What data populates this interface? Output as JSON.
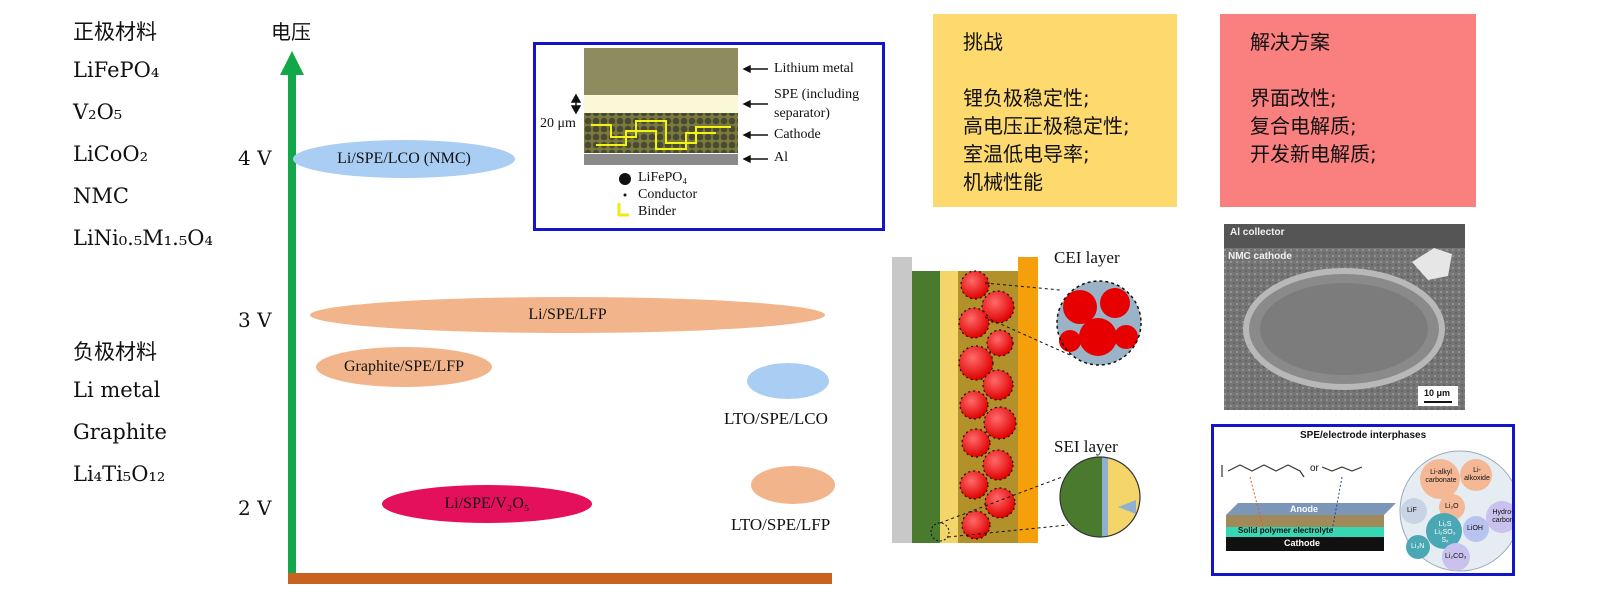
{
  "cathode": {
    "heading": "正极材料",
    "items": [
      "LiFePO₄",
      "V₂O₅",
      "LiCoO₂",
      "NMC",
      "LiNi₀.₅M₁.₅O₄"
    ]
  },
  "anode": {
    "heading": "负极材料",
    "items": [
      "Li metal",
      "Graphite",
      "Li₄Ti₅O₁₂"
    ]
  },
  "axis": {
    "ylabel": "电压",
    "ticks": [
      "4 V",
      "3 V",
      "2 V"
    ]
  },
  "systems": {
    "li_lco": "Li/SPE/LCO (NMC)",
    "li_lfp": "Li/SPE/LFP",
    "graphite_lfp": "Graphite/SPE/LFP",
    "lto_lco": "LTO/SPE/LCO",
    "li_v2o5": "Li/SPE/V₂O₅",
    "lto_lfp": "LTO/SPE/LFP"
  },
  "inset": {
    "lithium_metal": "Lithium metal",
    "spe_line1": "SPE (including",
    "spe_line2": "separator)",
    "cathode": "Cathode",
    "al": "Al",
    "thickness": "20 μm",
    "legend_lfp": "LiFePO₄",
    "legend_conductor": "Conductor",
    "legend_binder": "Binder"
  },
  "interface": {
    "cei": "CEI layer",
    "sei": "SEI layer"
  },
  "challenges": {
    "title": "挑战",
    "items": [
      "锂负极稳定性;",
      "高电压正极稳定性;",
      "室温低电导率;",
      "机械性能"
    ]
  },
  "solutions": {
    "title": "解决方案",
    "items": [
      "界面改性;",
      "复合电解质;",
      "开发新电解质;"
    ]
  },
  "sem": {
    "collector": "Al collector",
    "cathode": "NMC cathode",
    "scale": "10 μm"
  },
  "interphase": {
    "title": "SPE/electrode interphases",
    "or": "or",
    "anode": "Anode",
    "electrolyte": "Solid polymer electrolyte",
    "cathode": "Cathode",
    "species": [
      "Li-alkyl carbonate",
      "Li-alkoxide",
      "LiF",
      "Li₂O",
      "Li₂S Li₂SO₃ Sₓ",
      "LiOH",
      "Hydro-carbon",
      "Li₃N",
      "Li₂CO₃"
    ]
  },
  "colors": {
    "axis_green": "#12a84a",
    "axis_orange": "#c8621e",
    "ellipse_blue": "#a9cdf3",
    "ellipse_orange": "#f2b48a",
    "ellipse_pink": "#e5105b",
    "challenge_bg": "#fdd96e",
    "solution_bg": "#fa7f7f",
    "inset_border": "#1414c8"
  }
}
